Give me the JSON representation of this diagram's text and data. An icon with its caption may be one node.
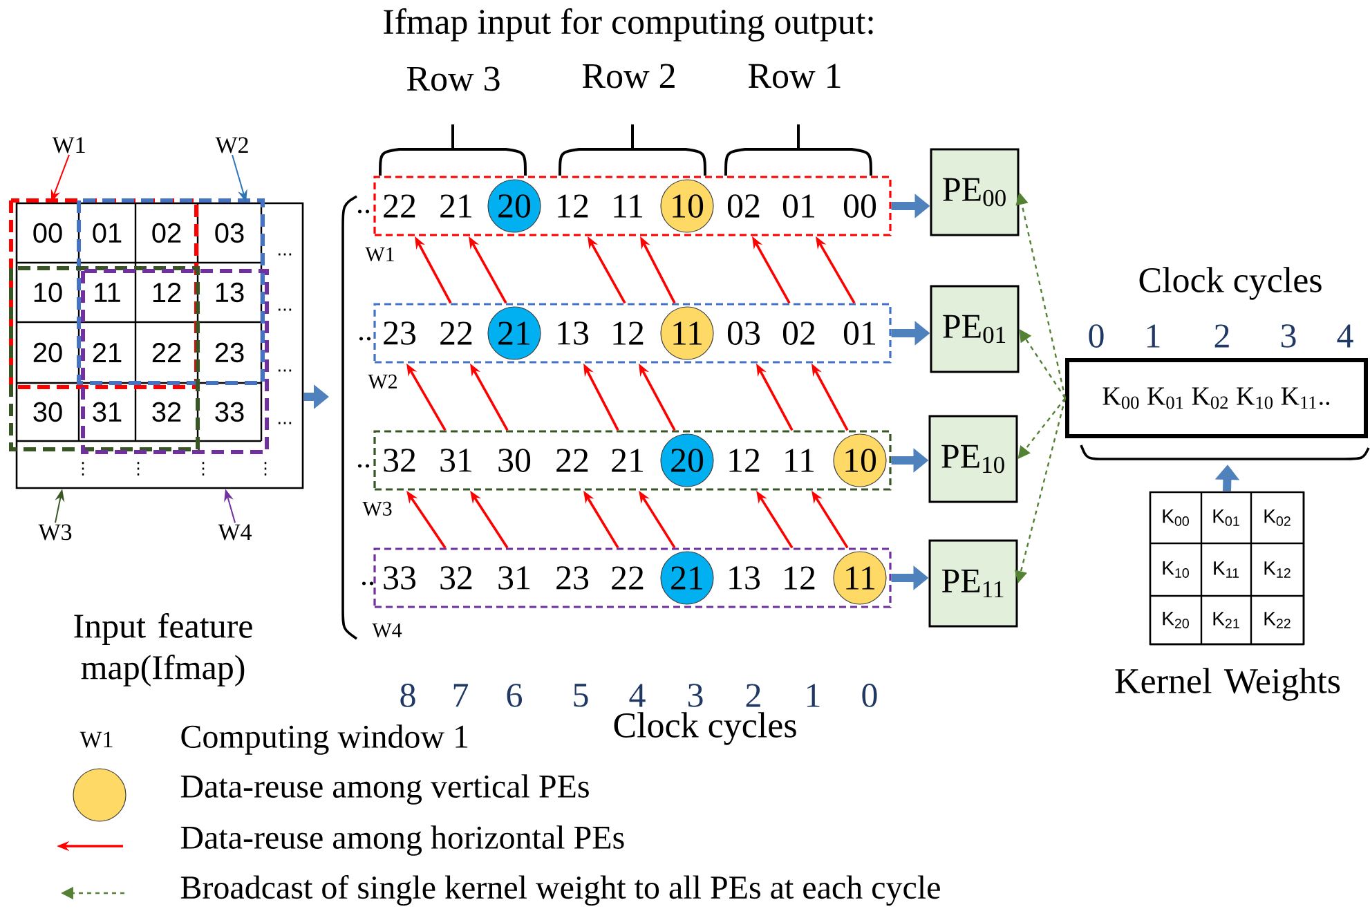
{
  "diagram": {
    "nodes": [
      {
        "text": [
          "W1"
        ]
      },
      {
        "text": [
          "W2"
        ]
      },
      {
        "text": [
          "00",
          "01",
          "02",
          "03",
          "10",
          "11",
          "12",
          "13",
          "20",
          "21",
          "22",
          "23",
          "30",
          "31",
          "32",
          "33"
        ]
      },
      {
        "text": [
          "W3"
        ]
      },
      {
        "text": [
          "W4"
        ]
      },
      {
        "text": [
          "22",
          "21",
          "12",
          "11",
          "02",
          "01",
          "00"
        ],
        "beside": [
          "..",
          "W1"
        ]
      },
      {
        "text": [
          "20"
        ],
        "in": 5
      },
      {
        "text": [
          "10"
        ],
        "in": 5
      },
      {
        "text": [
          "23",
          "22",
          "13",
          "12",
          "03",
          "02",
          "01"
        ],
        "beside": [
          "..",
          "W2"
        ]
      },
      {
        "text": [
          "21"
        ],
        "in": 8
      },
      {
        "text": [
          "11"
        ],
        "in": 8
      },
      {
        "text": [
          "32",
          "31",
          "30",
          "22",
          "21",
          "12",
          "11"
        ],
        "beside": [
          "..",
          "W3"
        ]
      },
      {
        "text": [
          "20"
        ],
        "in": 11
      },
      {
        "text": [
          "10"
        ],
        "in": 11
      },
      {
        "text": [
          "33",
          "32",
          "31",
          "23",
          "22",
          "13",
          "12"
        ],
        "beside": [
          "..",
          "W4"
        ]
      },
      {
        "text": [
          "21"
        ],
        "in": 14
      },
      {
        "text": [
          "11"
        ],
        "in": 14
      },
      {
        "text": [
          "PE$_{00}$"
        ]
      },
      {
        "text": [
          "PE$_{01}$"
        ]
      },
      {
        "text": [
          "PE$_{10}$"
        ]
      },
      {
        "text": [
          "PE$_{11}$"
        ]
      },
      {
        "text": [
          "K$_{00}$ K$_{01}$ K$_{02}$ K$_{10}$ K$_{11}$.."
        ]
      },
      {
        "text": [
          "K$_{00}$",
          "K$_{01}$",
          "K$_{02}$",
          "K$_{10}$",
          "K$_{11}$",
          "K$_{12}$",
          "K$_{20}$",
          "K$_{21}$",
          "K$_{22}$"
        ],
        "beside": [
          "Kernel Weights"
        ]
      }
    ],
    "edges": [
      {
        "from": 0,
        "to": 2,
        "arrow": "to"
      },
      {
        "from": 1,
        "to": 2,
        "arrow": "to",
        "color": "#2e75b6"
      },
      {
        "from": 3,
        "to": 2,
        "arrow": "to",
        "color": "#385723"
      },
      {
        "from": 4,
        "to": 2,
        "arrow": "to",
        "color": "#7030a0"
      },
      {
        "from": 2,
        "to": null,
        "arrow": "to",
        "style": "thick",
        "color": "#4f81bd"
      },
      {
        "from": 5,
        "to": 17,
        "arrow": "to",
        "style": "thick",
        "color": "#4f81bd"
      },
      {
        "from": 8,
        "to": 18,
        "arrow": "to",
        "style": "thick",
        "color": "#4f81bd"
      },
      {
        "from": 11,
        "to": 19,
        "arrow": "to",
        "style": "thick",
        "color": "#4f81bd"
      },
      {
        "from": 14,
        "to": 20,
        "arrow": "to",
        "style": "thick",
        "color": "#4f81bd"
      },
      {
        "from": 21,
        "to": 17,
        "arrow": "to",
        "style": "dashed",
        "color": "#548235"
      },
      {
        "from": 21,
        "to": 18,
        "arrow": "to",
        "style": "dashed",
        "color": "#548235"
      },
      {
        "from": 21,
        "to": 19,
        "arrow": "to",
        "style": "dashed",
        "color": "#548235"
      },
      {
        "from": 21,
        "to": 20,
        "arrow": "to",
        "style": "dashed",
        "color": "#548235"
      },
      {
        "from": 22,
        "to": null,
        "arrow": "to",
        "style": "thick",
        "color": "#4f81bd"
      },
      {
        "from": 8,
        "to": 5,
        "arrow": "to"
      },
      {
        "from": 8,
        "to": 5,
        "arrow": "to"
      },
      {
        "from": 8,
        "to": 5,
        "arrow": "to"
      },
      {
        "from": 8,
        "to": 5,
        "arrow": "to"
      },
      {
        "from": 8,
        "to": 5,
        "arrow": "to"
      },
      {
        "from": 8,
        "to": 5,
        "arrow": "to"
      },
      {
        "from": 11,
        "to": 8,
        "arrow": "to"
      },
      {
        "from": 11,
        "to": 8,
        "arrow": "to"
      },
      {
        "from": 11,
        "to": 8,
        "arrow": "to"
      },
      {
        "from": 11,
        "to": 8,
        "arrow": "to"
      },
      {
        "from": 11,
        "to": 8,
        "arrow": "to"
      },
      {
        "from": 11,
        "to": 8,
        "arrow": "to"
      },
      {
        "from": 14,
        "to": 11,
        "arrow": "to"
      },
      {
        "from": 14,
        "to": 11,
        "arrow": "to"
      },
      {
        "from": 14,
        "to": 11,
        "arrow": "to"
      },
      {
        "from": 14,
        "to": 11,
        "arrow": "to"
      },
      {
        "from": 14,
        "to": 11,
        "arrow": "to"
      },
      {
        "from": 14,
        "to": 11,
        "arrow": "to"
      }
    ],
    "labels": [
      "Ifmap input for computing output:",
      "Row 3",
      "Row 2",
      "Row 1",
      "Clock cycles",
      "0",
      "1",
      "2",
      "3",
      "4",
      "...",
      "...",
      "...",
      "...",
      "⋮",
      "⋮",
      "⋮",
      "⋮",
      "8",
      "7",
      "6",
      "5",
      "4",
      "3",
      "2",
      "1",
      "0",
      "Clock cycles",
      "W1",
      "Input feature map(Ifmap)"
    ],
    "legend": [
      {
        "text": "Computing window 1"
      },
      {
        "text": "Data-reuse among vertical PEs",
        "color": "#ffd966"
      },
      {
        "text": "Data-reuse among horizontal PEs"
      },
      {
        "text": "Broadcast of single kernel weight to all PEs at each cycle"
      }
    ]
  }
}
